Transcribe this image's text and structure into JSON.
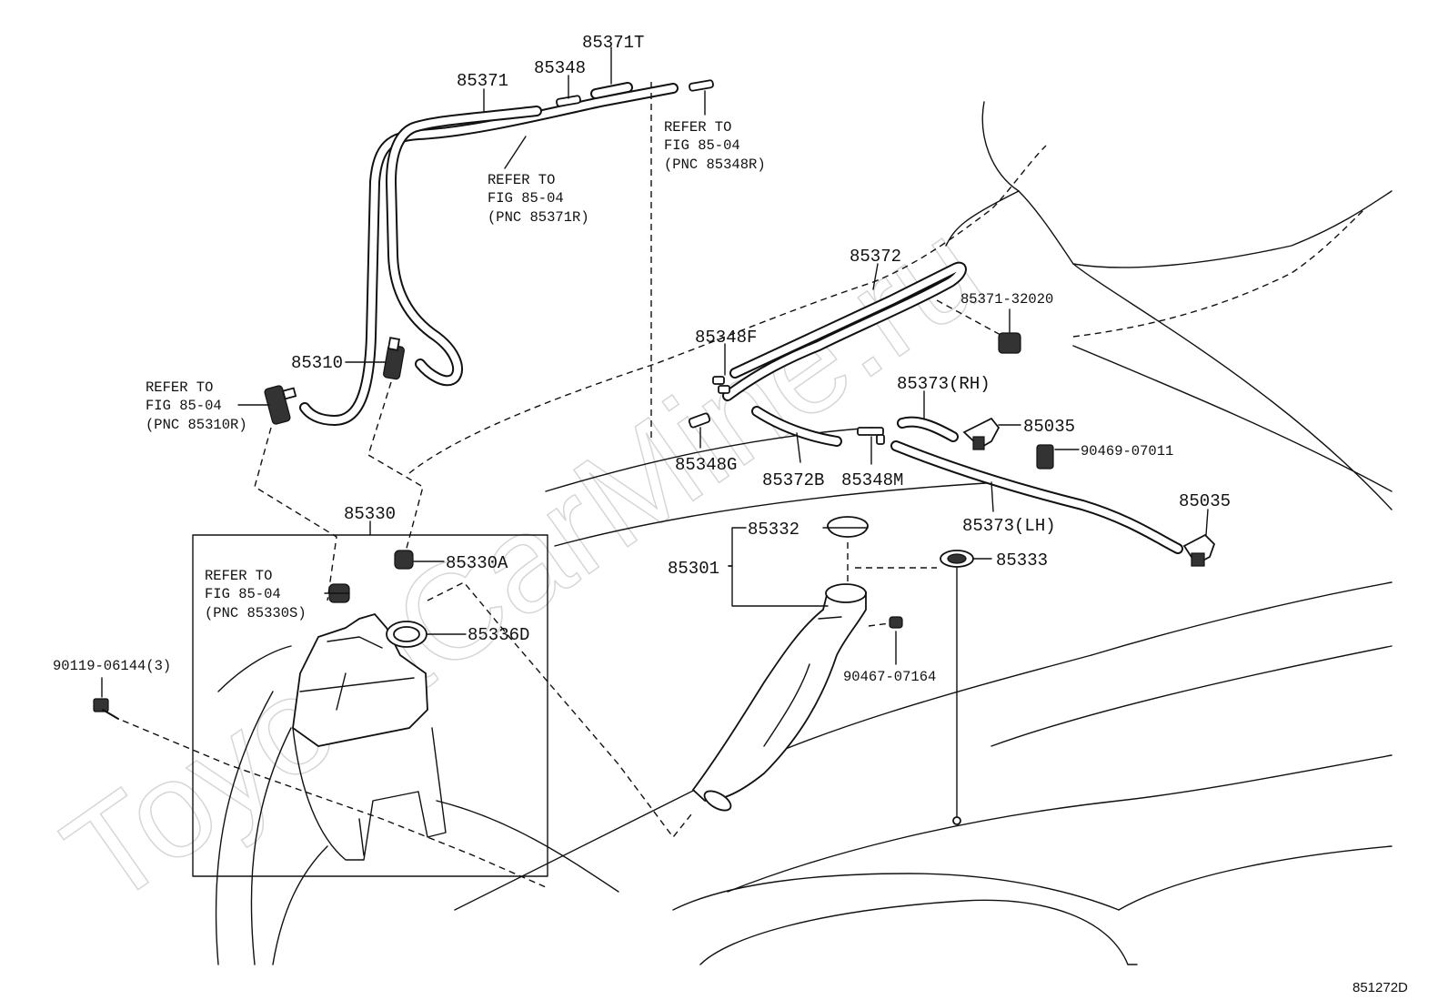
{
  "watermark": "ToyotaCarMine.ru",
  "figure_id": "851272D",
  "parts": {
    "p85371T": "85371T",
    "p85348": "85348",
    "p85371": "85371",
    "p85310": "85310",
    "p85330": "85330",
    "p85330A": "85330A",
    "p85336D": "85336D",
    "p90119": "90119-06144(3)",
    "p85372": "85372",
    "p85371_32020": "85371-32020",
    "p85348F": "85348F",
    "p85373RH": "85373(RH)",
    "p85035a": "85035",
    "p90469": "90469-07011",
    "p85348G": "85348G",
    "p85372B": "85372B",
    "p85348M": "85348M",
    "p85373LH": "85373(LH)",
    "p85035b": "85035",
    "p85332": "85332",
    "p85301": "85301",
    "p85333": "85333",
    "p90467": "90467-07164"
  },
  "refs": {
    "r85348R": {
      "line1": "REFER TO",
      "line2": "FIG 85-04",
      "line3": "(PNC 85348R)"
    },
    "r85371R": {
      "line1": "REFER TO",
      "line2": "FIG 85-04",
      "line3": "(PNC 85371R)"
    },
    "r85310R": {
      "line1": "REFER TO",
      "line2": "FIG 85-04",
      "line3": "(PNC 85310R)"
    },
    "r85330S": {
      "line1": "REFER TO",
      "line2": "FIG 85-04",
      "line3": "(PNC 85330S)"
    }
  }
}
